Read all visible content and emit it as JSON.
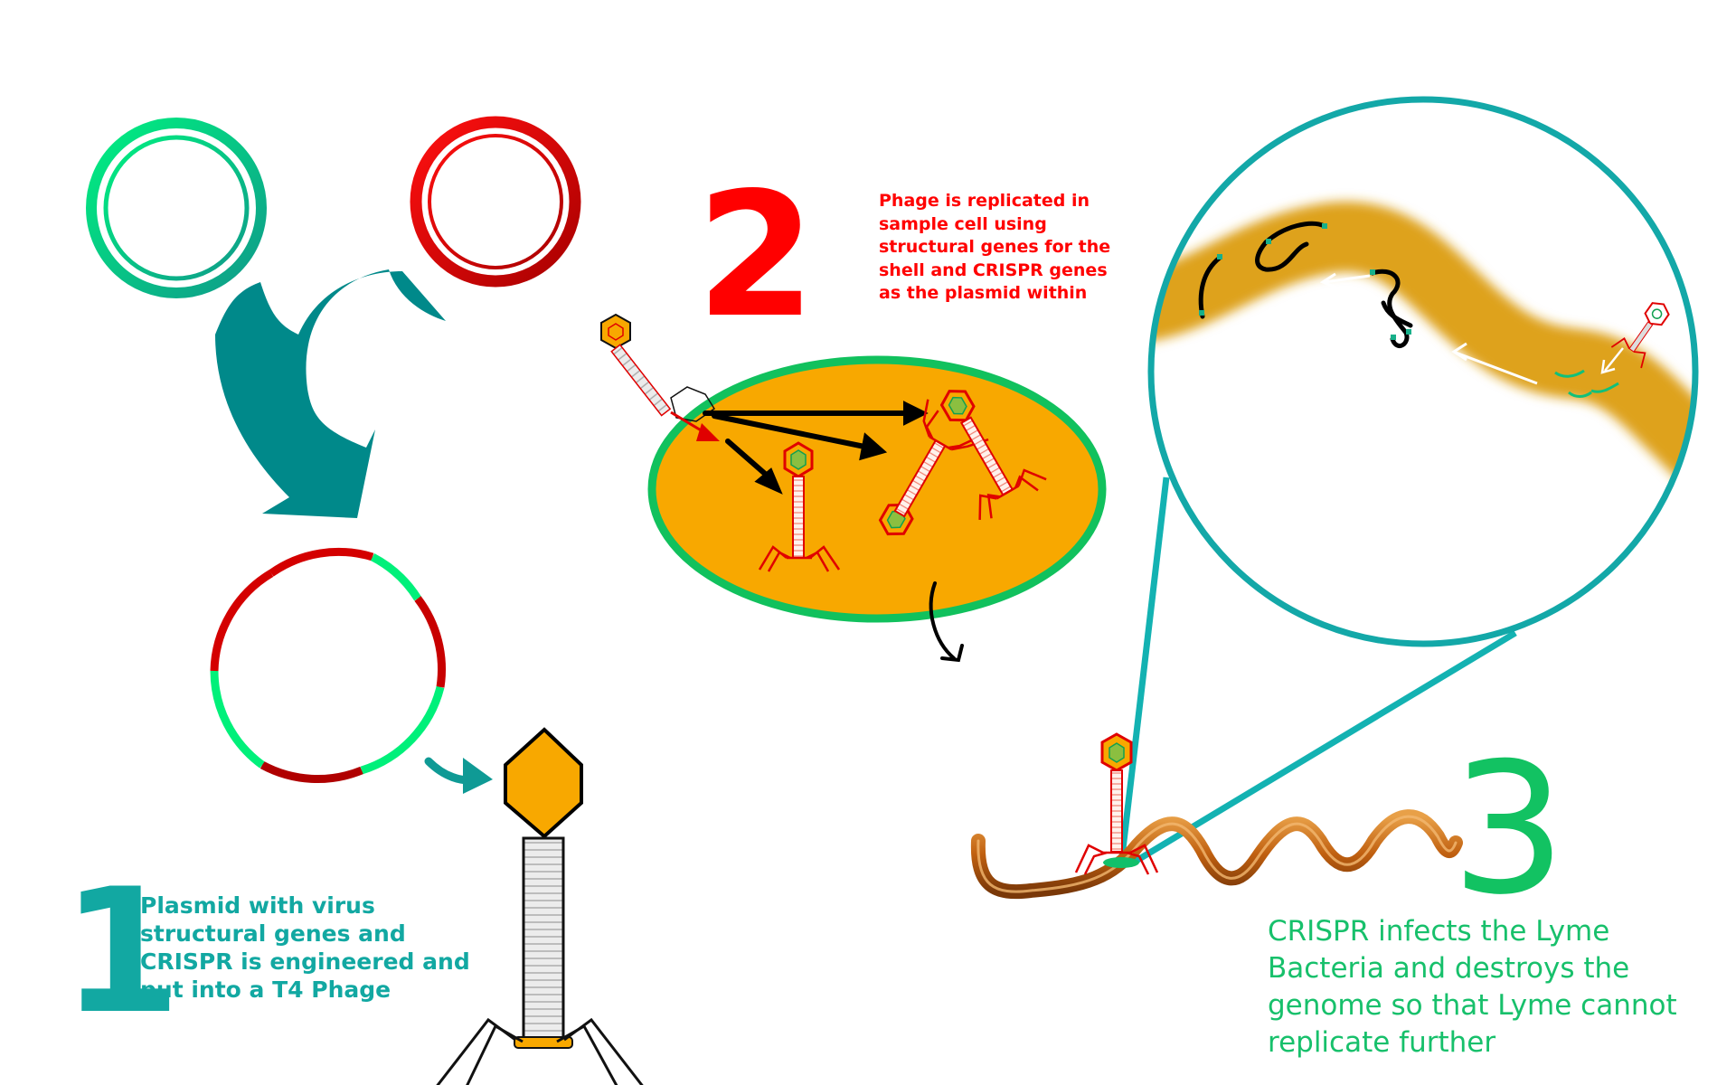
{
  "colors": {
    "teal": "#12a8a2",
    "dark_teal": "#00898a",
    "green": "#00ee7e",
    "red": "#e80000",
    "dark_red": "#b80000",
    "orange": "#f8a800",
    "bacterium_green": "#11c15d",
    "lyme_brown": "#c87420",
    "zoom_fill": "#dea21a"
  },
  "step1": {
    "number": "1",
    "text": "Plasmid with virus structural genes and CRISPR is engineered and put into a T4 Phage"
  },
  "step2": {
    "number": "2",
    "text": "Phage is replicated in sample cell using structural genes for the shell and CRISPR genes as the plasmid within"
  },
  "step3": {
    "number": "3",
    "text": "CRISPR infects the Lyme Bacteria and destroys the genome so that Lyme cannot replicate further"
  },
  "icons": [
    "green-plasmid-icon",
    "red-plasmid-icon",
    "merge-arrow-icon",
    "recombinant-plasmid-icon",
    "t4-phage-icon",
    "host-cell-icon",
    "lyme-bacterium-icon",
    "zoom-lens-icon"
  ]
}
